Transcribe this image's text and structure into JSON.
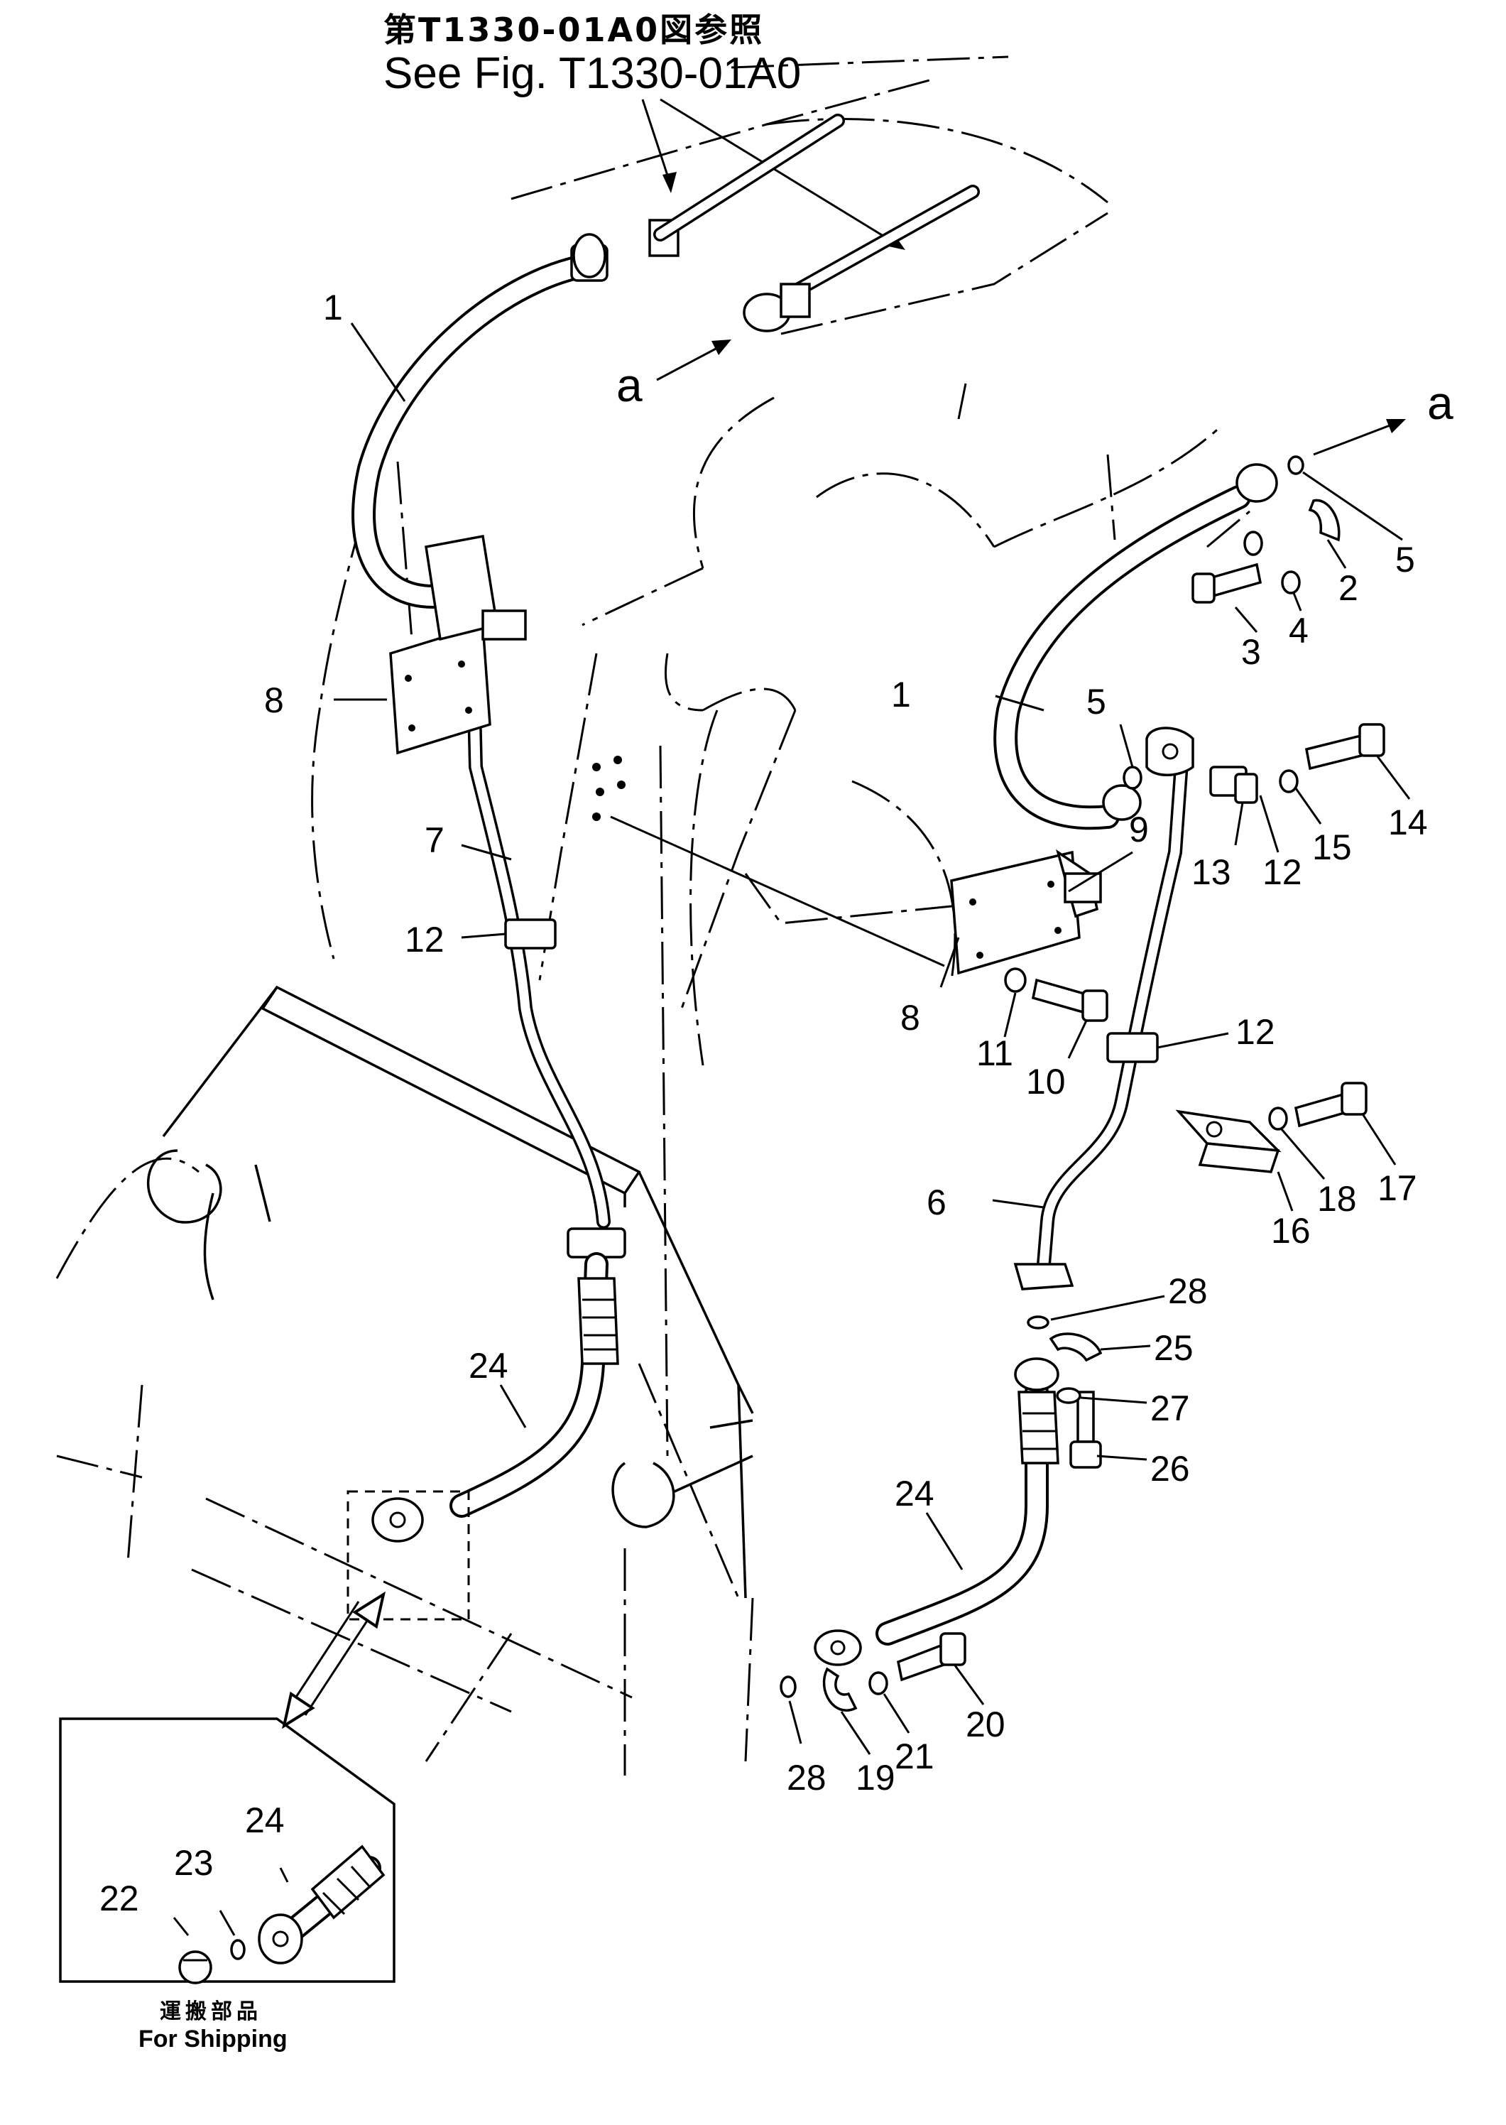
{
  "reference": {
    "jp": "第T1330-01A0図参照",
    "en": "See Fig. T1330-01A0"
  },
  "arrow_labels": {
    "left": "a",
    "right": "a"
  },
  "callouts": [
    {
      "id": "c1a",
      "text": "1"
    },
    {
      "id": "c1b",
      "text": "1"
    },
    {
      "id": "c2",
      "text": "2"
    },
    {
      "id": "c3",
      "text": "3"
    },
    {
      "id": "c4",
      "text": "4"
    },
    {
      "id": "c5a",
      "text": "5"
    },
    {
      "id": "c5b",
      "text": "5"
    },
    {
      "id": "c6",
      "text": "6"
    },
    {
      "id": "c7",
      "text": "7"
    },
    {
      "id": "c8a",
      "text": "8"
    },
    {
      "id": "c8b",
      "text": "8"
    },
    {
      "id": "c9",
      "text": "9"
    },
    {
      "id": "c10",
      "text": "10"
    },
    {
      "id": "c11",
      "text": "11"
    },
    {
      "id": "c12a",
      "text": "12"
    },
    {
      "id": "c12b",
      "text": "12"
    },
    {
      "id": "c12c",
      "text": "12"
    },
    {
      "id": "c13",
      "text": "13"
    },
    {
      "id": "c14",
      "text": "14"
    },
    {
      "id": "c15",
      "text": "15"
    },
    {
      "id": "c16",
      "text": "16"
    },
    {
      "id": "c17",
      "text": "17"
    },
    {
      "id": "c18",
      "text": "18"
    },
    {
      "id": "c19",
      "text": "19"
    },
    {
      "id": "c20",
      "text": "20"
    },
    {
      "id": "c21",
      "text": "21"
    },
    {
      "id": "c22",
      "text": "22"
    },
    {
      "id": "c23",
      "text": "23"
    },
    {
      "id": "c24a",
      "text": "24"
    },
    {
      "id": "c24b",
      "text": "24"
    },
    {
      "id": "c24c",
      "text": "24"
    },
    {
      "id": "c25",
      "text": "25"
    },
    {
      "id": "c26",
      "text": "26"
    },
    {
      "id": "c27",
      "text": "27"
    },
    {
      "id": "c28a",
      "text": "28"
    },
    {
      "id": "c28b",
      "text": "28"
    }
  ],
  "shipping": {
    "jp": "運搬部品",
    "en": "For Shipping"
  }
}
